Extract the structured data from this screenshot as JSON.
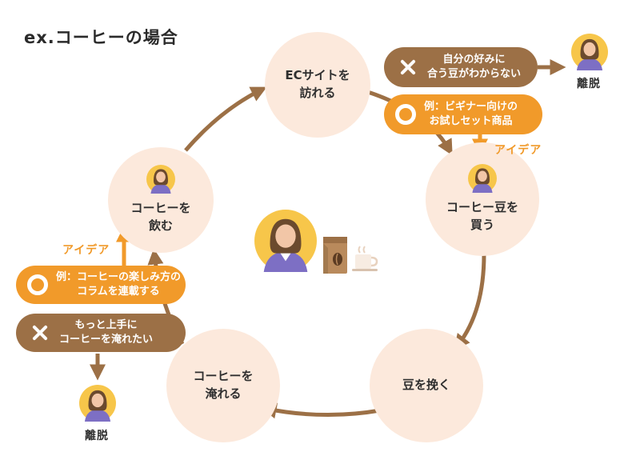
{
  "title": "ex.コーヒーの場合",
  "nodes": {
    "ec_site": "ECサイトを\n訪れる",
    "buy_beans": "コーヒー豆を\n買う",
    "grind": "豆を挽く",
    "brew": "コーヒーを\n淹れる",
    "drink": "コーヒーを\n飲む"
  },
  "callouts": {
    "top_problem": "自分の好みに\n合う豆がわからない",
    "top_idea": "例：ビギナー向けの\nお試しセット商品",
    "left_idea": "例：コーヒーの楽しみ方の\nコラムを連載する",
    "left_problem": "もっと上手に\nコーヒーを淹れたい"
  },
  "labels": {
    "idea_top": "アイデア",
    "idea_left": "アイデア",
    "leave_top": "離脱",
    "leave_bottom": "離脱"
  },
  "icons": {
    "problem": "x-mark-icon",
    "idea": "circle-mark-icon",
    "person": "person-avatar-icon",
    "coffee_bag": "coffee-bag-icon",
    "coffee_cup": "coffee-cup-icon"
  },
  "colors": {
    "brown": "#9c7046",
    "orange": "#f19a2a",
    "node_fill": "#fce9dc",
    "avatar_bg": "#f7c64a"
  }
}
